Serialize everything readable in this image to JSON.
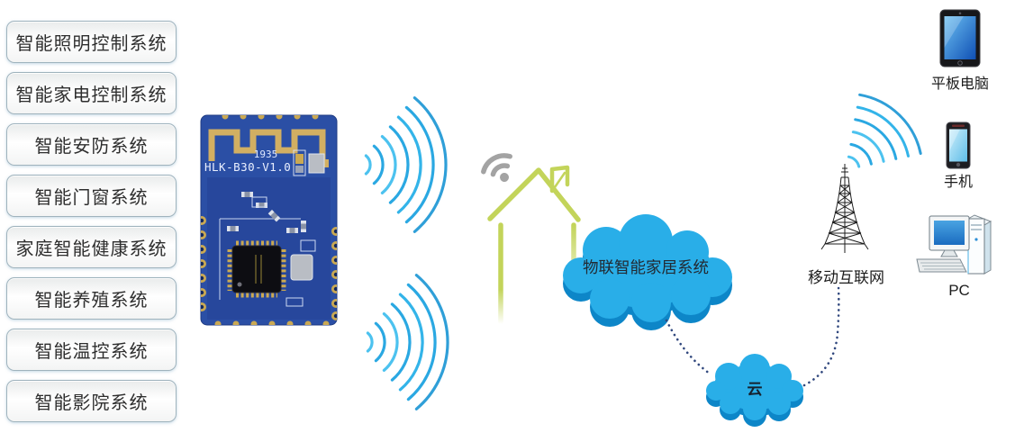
{
  "sidebar": {
    "items": [
      {
        "label": "智能照明控制系统"
      },
      {
        "label": "智能家电控制系统"
      },
      {
        "label": "智能安防系统"
      },
      {
        "label": "智能门窗系统"
      },
      {
        "label": "家庭智能健康系统"
      },
      {
        "label": "智能养殖系统"
      },
      {
        "label": "智能温控系统"
      },
      {
        "label": "智能影院系统"
      }
    ]
  },
  "module": {
    "date_code": "1935",
    "model": "HLK-B30-V1.0"
  },
  "network": {
    "main_cloud_label": "物联智能家居系统",
    "small_cloud_label": "云",
    "tower_label": "移动互联网"
  },
  "devices": {
    "tablet_label": "平板电脑",
    "phone_label": "手机",
    "pc_label": "PC"
  },
  "colors": {
    "wifi_blue": "#2AA8E2",
    "wifi_cyan": "#4CC2EF",
    "cloud_blue": "#29AEE8",
    "cloud_shadow_blue": "#0D86C8",
    "house_green": "#C3D45A",
    "pcb_blue": "#2B4FA5",
    "antenna_gold": "#D2AF62",
    "wifi_gray": "#A3A3A3",
    "dotted_line_navy": "#31487E",
    "screen_blue": "#2E8FD6"
  }
}
